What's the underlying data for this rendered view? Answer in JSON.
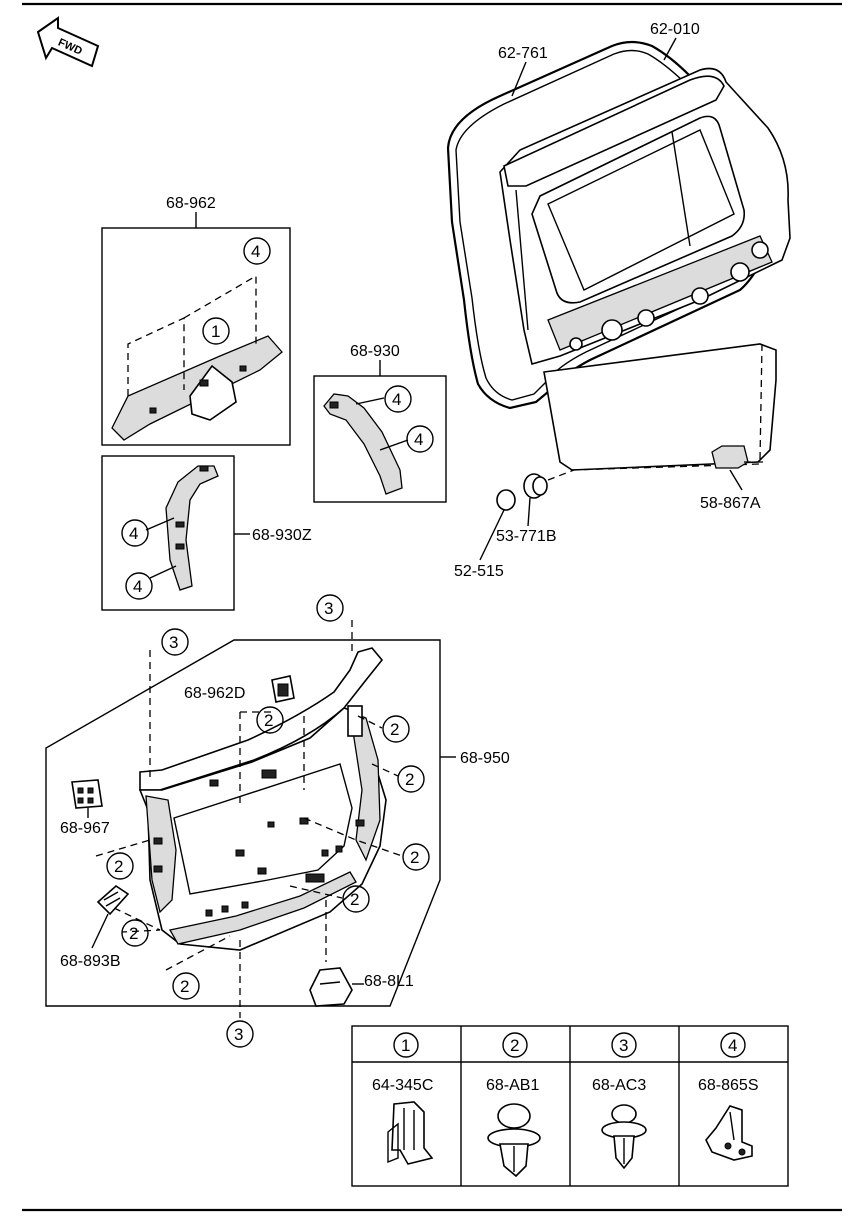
{
  "fwd_label": "FWD",
  "parts": {
    "p62010": "62-010",
    "p62761": "62-761",
    "p68962": "68-962",
    "p68930": "68-930",
    "p68930z": "68-930Z",
    "p58867a": "58-867A",
    "p53771b": "53-771B",
    "p52515": "52-515",
    "p68962d": "68-962D",
    "p68950": "68-950",
    "p68967": "68-967",
    "p68893b": "68-893B",
    "p688l1": "68-8L1"
  },
  "callouts": {
    "one": "1",
    "two": "2",
    "three": "3",
    "four": "4"
  },
  "legend": [
    {
      "num": "1",
      "part": "64-345C"
    },
    {
      "num": "2",
      "part": "68-AB1"
    },
    {
      "num": "3",
      "part": "68-AC3"
    },
    {
      "num": "4",
      "part": "68-865S"
    }
  ]
}
